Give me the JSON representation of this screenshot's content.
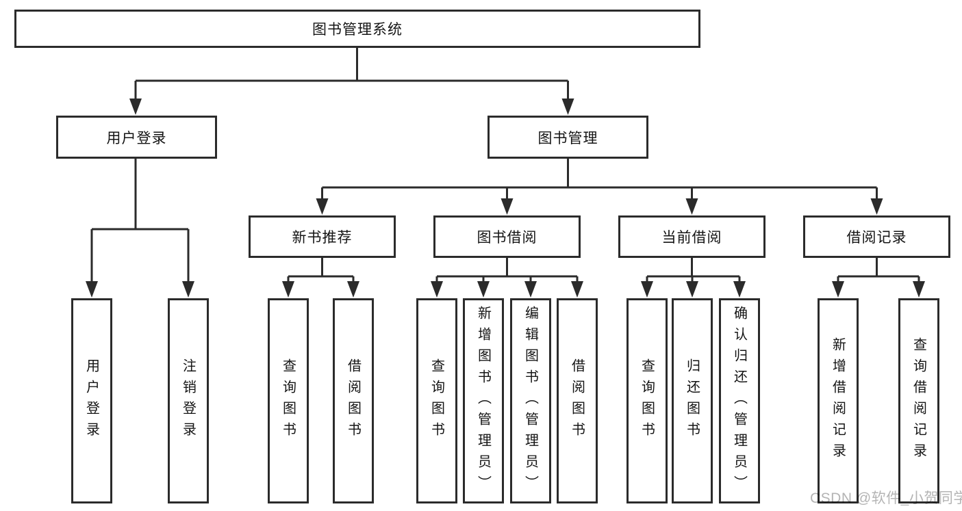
{
  "colors": {
    "line": "#2b2b2b",
    "box_border": "#2b2b2b",
    "box_fill": "#ffffff",
    "text": "#141414",
    "watermark": "#b4b4b4"
  },
  "watermark": {
    "label": "CSDN @软件_小贺同学"
  },
  "tree": {
    "root": {
      "label": "图书管理系统",
      "children": [
        {
          "label": "用户登录",
          "children": [
            {
              "label": "用户登录"
            },
            {
              "label": "注销登录"
            }
          ]
        },
        {
          "label": "图书管理",
          "children": [
            {
              "label": "新书推荐",
              "children": [
                {
                  "label": "查询图书"
                },
                {
                  "label": "借阅图书"
                }
              ]
            },
            {
              "label": "图书借阅",
              "children": [
                {
                  "label": "查询图书"
                },
                {
                  "label": "新增图书（管理员）"
                },
                {
                  "label": "编辑图书（管理员）"
                },
                {
                  "label": "借阅图书"
                }
              ]
            },
            {
              "label": "当前借阅",
              "children": [
                {
                  "label": "查询图书"
                },
                {
                  "label": "归还图书"
                },
                {
                  "label": "确认归还（管理员）"
                }
              ]
            },
            {
              "label": "借阅记录",
              "children": [
                {
                  "label": "新增借阅记录"
                },
                {
                  "label": "查询借阅记录"
                }
              ]
            }
          ]
        }
      ]
    }
  }
}
